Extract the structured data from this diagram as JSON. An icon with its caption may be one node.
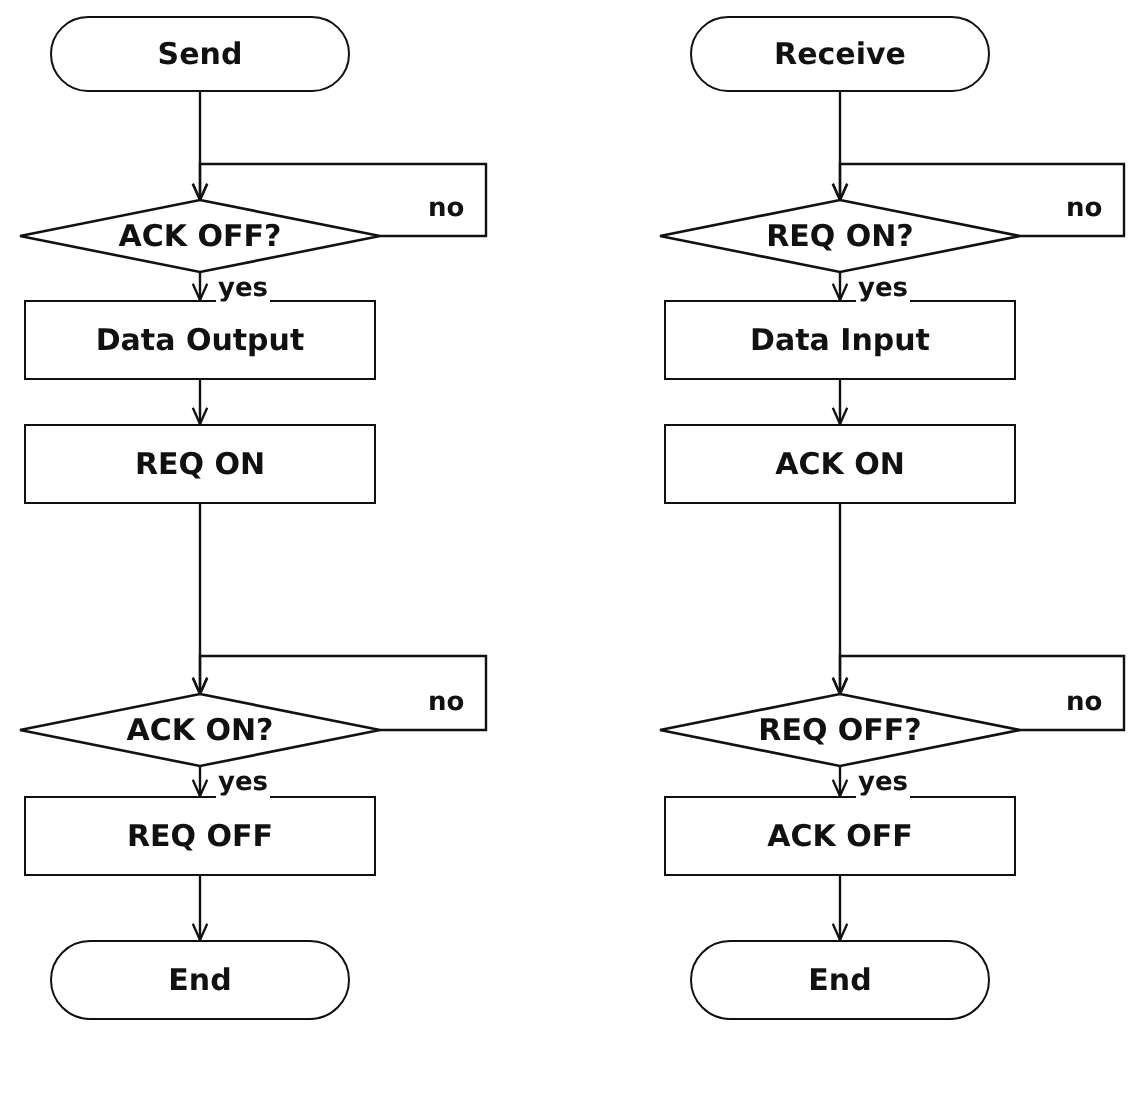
{
  "diagram": {
    "nodes": [
      {
        "text": [
          "Send"
        ]
      },
      {
        "text": [
          "ACK OFF?"
        ]
      },
      {
        "text": [
          "Data Output"
        ]
      },
      {
        "text": [
          "REQ ON"
        ]
      },
      {
        "text": [
          "ACK ON?"
        ]
      },
      {
        "text": [
          "REQ OFF"
        ]
      },
      {
        "text": [
          "End"
        ]
      },
      {
        "text": [
          "Receive"
        ]
      },
      {
        "text": [
          "REQ ON?"
        ]
      },
      {
        "text": [
          "Data Input"
        ]
      },
      {
        "text": [
          "ACK ON"
        ]
      },
      {
        "text": [
          "REQ OFF?"
        ]
      },
      {
        "text": [
          "ACK OFF"
        ]
      },
      {
        "text": [
          "End"
        ]
      }
    ],
    "edges": [
      {
        "from": 0,
        "to": 1,
        "arrow": "to"
      },
      {
        "from": 1,
        "to": 1,
        "arrow": "to",
        "label": "no"
      },
      {
        "from": 1,
        "to": 2,
        "arrow": "to",
        "label": "yes"
      },
      {
        "from": 2,
        "to": 3,
        "arrow": "to"
      },
      {
        "from": 3,
        "to": 4,
        "arrow": "to"
      },
      {
        "from": 4,
        "to": 4,
        "arrow": "to",
        "label": "no"
      },
      {
        "from": 4,
        "to": 5,
        "arrow": "to",
        "label": "yes"
      },
      {
        "from": 5,
        "to": 6,
        "arrow": "to"
      },
      {
        "from": 7,
        "to": 8,
        "arrow": "to"
      },
      {
        "from": 8,
        "to": 8,
        "arrow": "to",
        "label": "no"
      },
      {
        "from": 8,
        "to": 9,
        "arrow": "to",
        "label": "yes"
      },
      {
        "from": 9,
        "to": 10,
        "arrow": "to"
      },
      {
        "from": 10,
        "to": 11,
        "arrow": "to"
      },
      {
        "from": 11,
        "to": 11,
        "arrow": "to",
        "label": "no"
      },
      {
        "from": 11,
        "to": 12,
        "arrow": "to",
        "label": "yes"
      },
      {
        "from": 12,
        "to": 13,
        "arrow": "to"
      }
    ]
  }
}
